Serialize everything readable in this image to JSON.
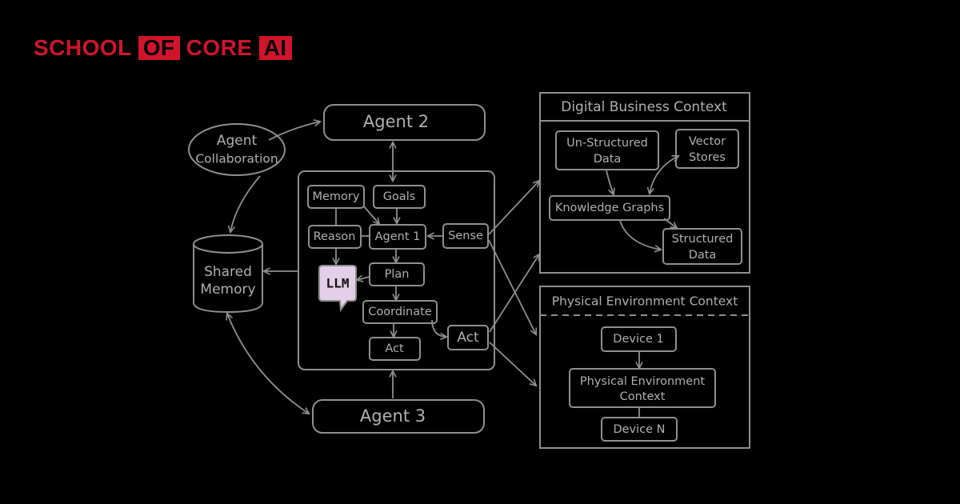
{
  "brand": {
    "part1": "SCHOOL",
    "part2": "OF",
    "part3": "CORE",
    "part4": "AI",
    "color": "#d0142c"
  },
  "diagram": {
    "agent_collaboration": [
      "Agent",
      "Collaboration"
    ],
    "shared_memory": [
      "Shared",
      "Memory"
    ],
    "agent2": "Agent 2",
    "agent3": "Agent 3",
    "memory": "Memory",
    "goals": "Goals",
    "reason": "Reason",
    "agent1": "Agent 1",
    "sense": "Sense",
    "llm": "LLM",
    "plan": "Plan",
    "coordinate": "Coordinate",
    "act_inner": "Act",
    "act": "Act",
    "digital_context": {
      "title": "Digital Business Context",
      "unstructured": [
        "Un-Structured",
        "Data"
      ],
      "vector_stores": [
        "Vector",
        "Stores"
      ],
      "knowledge_graphs": "Knowledge Graphs",
      "structured": [
        "Structured",
        "Data"
      ]
    },
    "physical_context": {
      "title": "Physical Environment Context",
      "device1": "Device 1",
      "physical_env": [
        "Physical Environment",
        "Context"
      ],
      "device_n": "Device N"
    },
    "colors": {
      "stroke": "#8f8f8f",
      "text": "#b0b0b0",
      "llm_bubble": "#e4cfe8"
    }
  }
}
